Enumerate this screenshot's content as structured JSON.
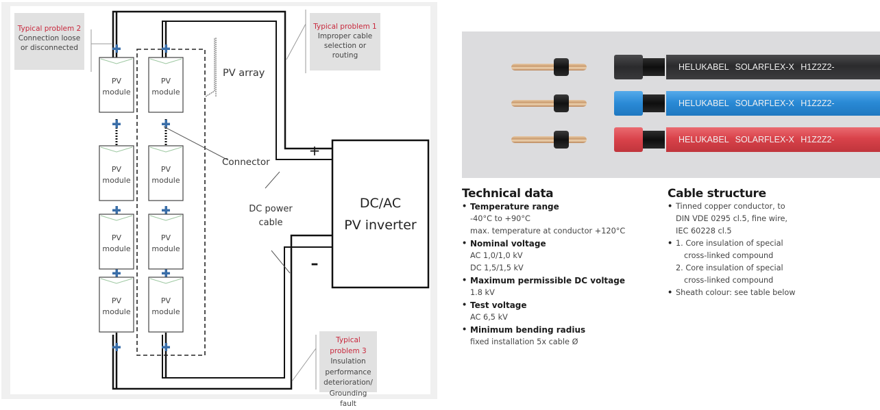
{
  "diagram": {
    "pv_module_label_line1": "PV",
    "pv_module_label_line2": "module",
    "pv_array_label": "PV array",
    "connector_label": "Connector",
    "dc_cable_label_line1": "DC power",
    "dc_cable_label_line2": "cable",
    "inverter_label_line1": "DC/AC",
    "inverter_label_line2": "PV inverter",
    "plus_sign": "+",
    "minus_sign": "–",
    "colors": {
      "problem_title": "#c8283c",
      "connector": "#3a6ea8",
      "callout_bg": "#e1e1e1"
    },
    "callouts": [
      {
        "title": "Typical problem 2",
        "body": [
          "Connection loose",
          "or disconnected"
        ]
      },
      {
        "title": "Typical problem 1",
        "body": [
          "Improper cable",
          "selection or",
          "routing"
        ]
      },
      {
        "title": "Typical problem 3",
        "body": [
          "Insulation",
          "performance",
          "deterioration/",
          "Grounding fault"
        ]
      }
    ]
  },
  "cable_photo": {
    "cables": [
      {
        "color": "black",
        "print": "HELUKABEL SOLARFLEX-X H1Z2Z2-"
      },
      {
        "color": "blue",
        "print": "HELUKABEL SOLARFLEX-X H1Z2Z2-"
      },
      {
        "color": "red",
        "print": "HELUKABEL SOLARFLEX-X H1Z2Z2-"
      }
    ],
    "colors": {
      "black": "#2b2b2d",
      "blue": "#2a8ad6",
      "red": "#d9424a"
    }
  },
  "technical_data": {
    "heading": "Technical data",
    "items": [
      {
        "label": "Temperature range",
        "values": [
          "-40°C to +90°C",
          "max. temperature at conductor +120°C"
        ]
      },
      {
        "label": "Nominal voltage",
        "values": [
          "AC 1,0/1,0 kV",
          "DC 1,5/1,5 kV"
        ]
      },
      {
        "label": "Maximum permissible DC voltage",
        "values": [
          "1.8 kV"
        ]
      },
      {
        "label": "Test voltage",
        "values": [
          "AC 6,5 kV"
        ]
      },
      {
        "label": "Minimum bending radius",
        "values": [
          "fixed installation 5x cable Ø"
        ]
      }
    ]
  },
  "cable_structure": {
    "heading": "Cable structure",
    "items": [
      {
        "lines": [
          "Tinned copper conductor, to",
          "DIN VDE 0295 cl.5, fine wire,",
          "IEC 60228 cl.5"
        ]
      },
      {
        "lines": [
          "1. Core insulation of special",
          "cross-linked compound"
        ]
      },
      {
        "lines": [
          "2. Core insulation of special",
          "cross-linked compound"
        ],
        "nobullet": true
      },
      {
        "lines": [
          "Sheath colour: see table below"
        ]
      }
    ]
  }
}
